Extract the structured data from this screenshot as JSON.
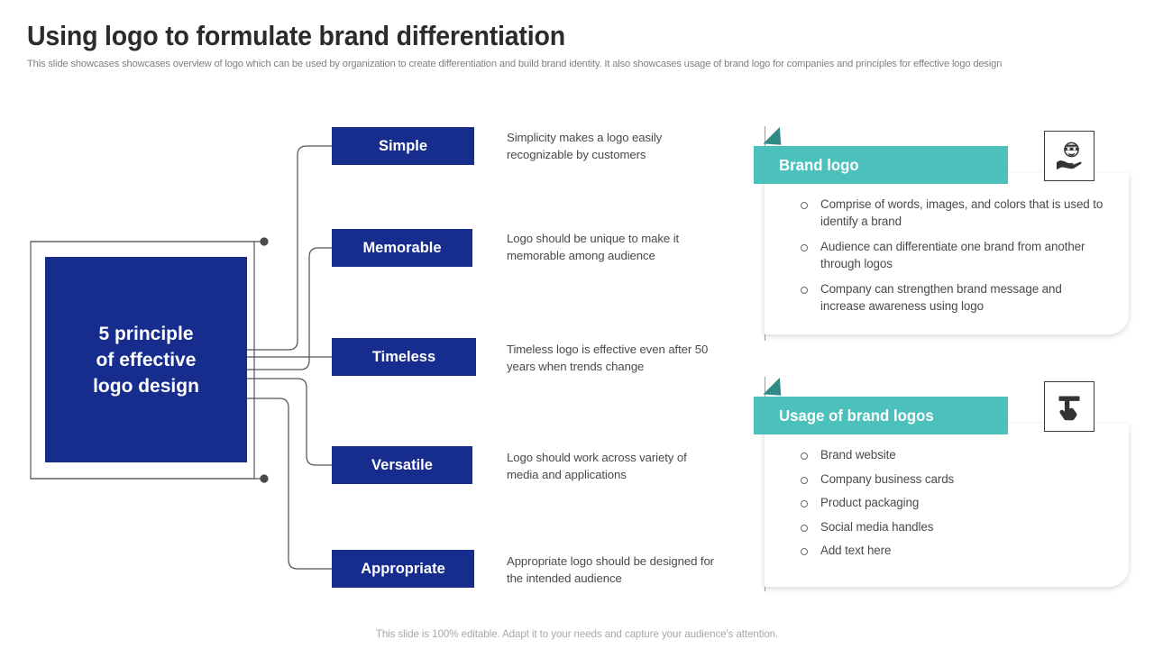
{
  "header": {
    "title": "Using logo to formulate brand differentiation",
    "subtitle": "This slide showcases showcases overview of logo which can be used by organization to create differentiation and build brand identity. It also showcases usage of brand logo for companies and principles for effective logo design"
  },
  "diagram": {
    "hub_label": "5 principle\nof effective\nlogo design",
    "hub_line1": "5 principle",
    "hub_line2": "of effective",
    "hub_line3": "logo design",
    "principles": [
      {
        "label": "Simple",
        "description": "Simplicity makes a logo easily recognizable by customers"
      },
      {
        "label": "Memorable",
        "description": "Logo should be unique to make it memorable among audience"
      },
      {
        "label": "Timeless",
        "description": "Timeless logo is effective even after 50 years when trends change"
      },
      {
        "label": "Versatile",
        "description": "Logo should work across variety of media and applications"
      },
      {
        "label": "Appropriate",
        "description": "Appropriate logo should be designed for the intended audience"
      }
    ]
  },
  "cards": [
    {
      "title": "Brand logo",
      "icon": "hand-holding-brand-face-icon",
      "bullets": [
        "Comprise of words, images, and colors that is used to identify a brand",
        "Audience can differentiate one brand from another through logos",
        "Company can strengthen brand message and increase awareness using logo"
      ]
    },
    {
      "title": "Usage of brand logos",
      "icon": "hand-pointer-click-icon",
      "bullets": [
        "Brand website",
        "Company business cards",
        "Product packaging",
        "Social media handles",
        "Add text here"
      ]
    }
  ],
  "footer": {
    "note": "This slide is 100% editable. Adapt it to your needs and capture your audience's attention."
  },
  "colors": {
    "navy": "#172d8e",
    "teal": "#4cc1bb",
    "teal_fold": "#2e8b86",
    "title": "#2b2b2b",
    "body_text": "#4a4a4a",
    "muted": "#a8a8a8",
    "connector": "#555555"
  }
}
